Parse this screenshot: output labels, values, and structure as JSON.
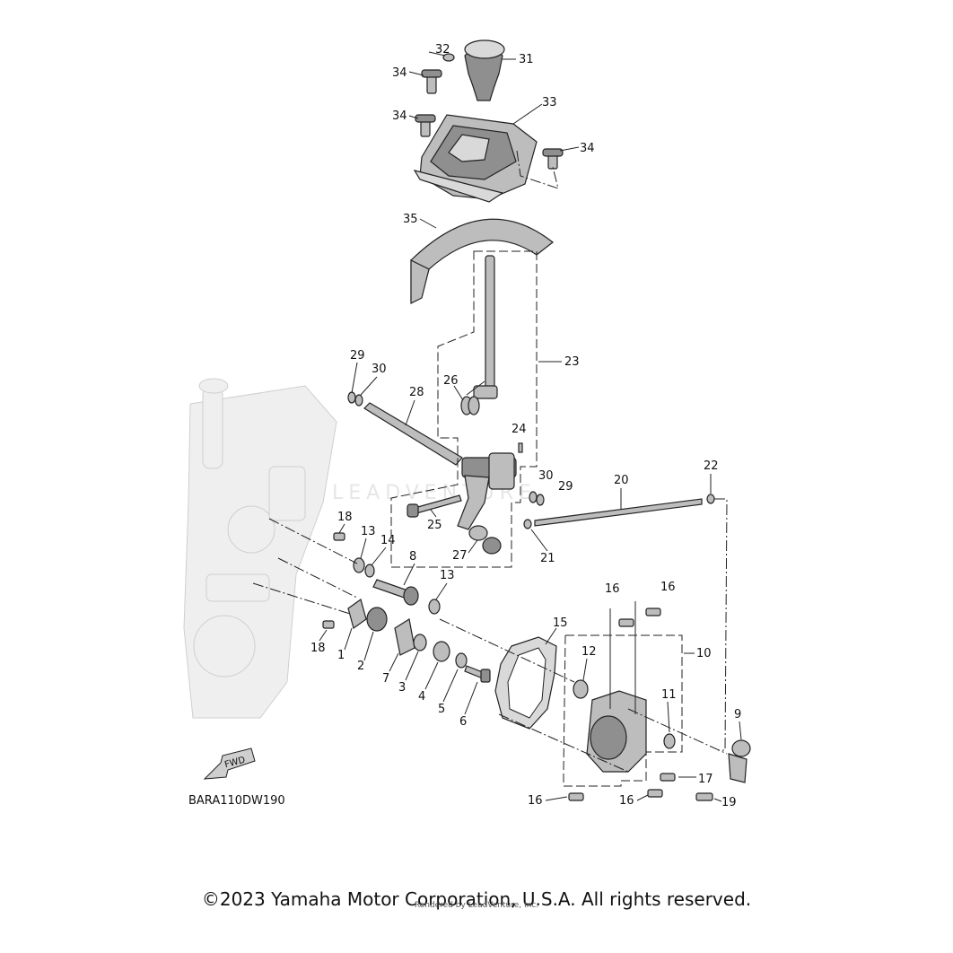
{
  "diagram_code": "BARA110DW190",
  "fwd_label": "FWD",
  "watermark": "LEADVENTURE",
  "copyright": "©2023 Yamaha Motor Corporation, U.S.A. All rights reserved.",
  "rendered_by": "Rendered by LeadVenture, Inc.",
  "callouts": {
    "c1": "1",
    "c2": "2",
    "c3": "3",
    "c4": "4",
    "c5": "5",
    "c6": "6",
    "c7": "7",
    "c8": "8",
    "c9": "9",
    "c10": "10",
    "c11": "11",
    "c12": "12",
    "c13a": "13",
    "c13b": "13",
    "c14": "14",
    "c15": "15",
    "c16a": "16",
    "c16b": "16",
    "c16c": "16",
    "c16d": "16",
    "c17": "17",
    "c18a": "18",
    "c18b": "18",
    "c19": "19",
    "c20": "20",
    "c21": "21",
    "c22": "22",
    "c23": "23",
    "c24": "24",
    "c25": "25",
    "c26": "26",
    "c27": "27",
    "c28": "28",
    "c29a": "29",
    "c29b": "29",
    "c30a": "30",
    "c30b": "30",
    "c31": "31",
    "c32": "32",
    "c33": "33",
    "c34a": "34",
    "c34b": "34",
    "c34c": "34",
    "c35": "35"
  }
}
